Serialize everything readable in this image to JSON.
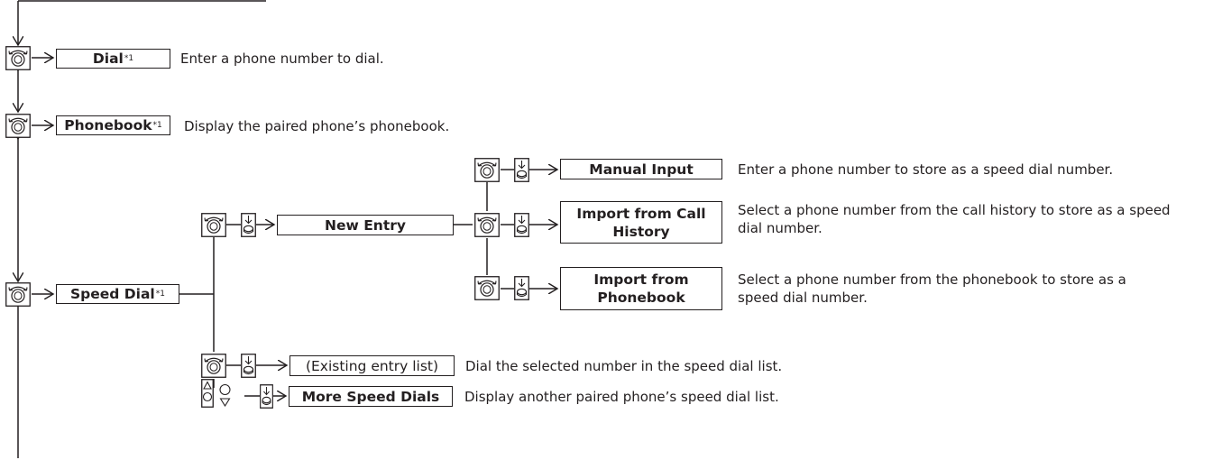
{
  "menu": {
    "dial": {
      "label": "Dial",
      "note": "*1",
      "description": "Enter a phone number to dial."
    },
    "phonebook": {
      "label": "Phonebook",
      "note": "*1",
      "description": "Display the paired phone’s phonebook."
    },
    "speed_dial": {
      "label": "Speed Dial",
      "note": "*1"
    },
    "new_entry": {
      "label": "New Entry"
    },
    "manual_input": {
      "label": "Manual Input",
      "description": "Enter a phone number to store as a speed dial number."
    },
    "import_call_history": {
      "label_line1": "Import from Call",
      "label_line2": "History",
      "description_line1": "Select a phone number from the call history to store as a speed",
      "description_line2": "dial number."
    },
    "import_phonebook": {
      "label_line1": "Import from",
      "label_line2": "Phonebook",
      "description_line1": "Select a phone number from the phonebook to store as a",
      "description_line2": "speed dial number."
    },
    "existing_entry": {
      "label": "(Existing entry list)",
      "description": "Dial the selected number in the speed dial list."
    },
    "more_speed_dials": {
      "label": "More Speed Dials",
      "description": "Display another paired phone’s speed dial list."
    }
  },
  "icons": {
    "rotate": "rotate-interface-dial-icon",
    "press": "press-interface-dial-icon",
    "move": "move-up-down-icon"
  }
}
